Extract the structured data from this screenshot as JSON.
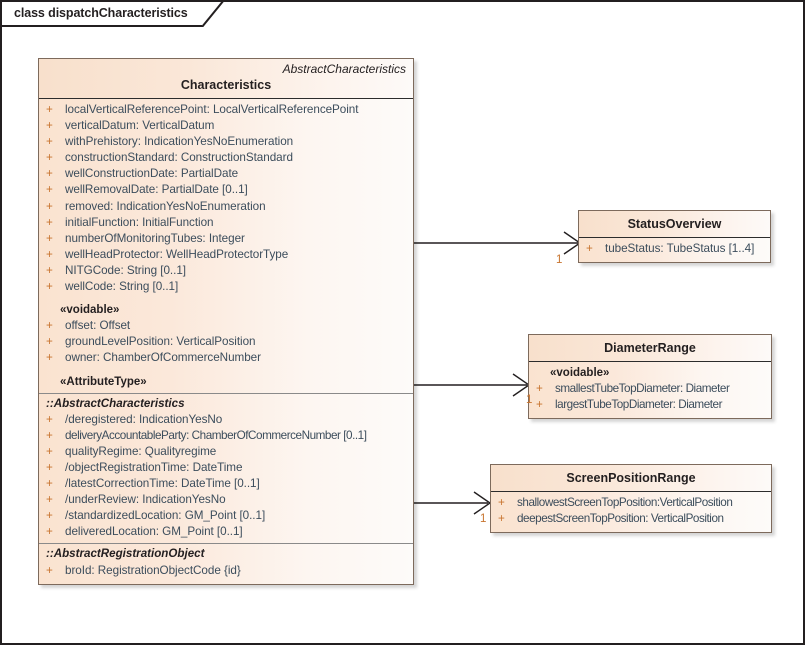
{
  "diagram": {
    "tab_label": "class dispatchCharacteristics",
    "canvas_border_color": "#231f20"
  },
  "colors": {
    "class_header_fill": "#f8e0cc",
    "class_body_fill": "#fae3d0",
    "class_border": "#7d6a5c",
    "attribute_text": "#3c4d5c",
    "visibility_plus": "#c8742f",
    "multiplicity_text": "#c8742f",
    "title_text": "#231f20",
    "connector_line": "#231f20"
  },
  "main_class": {
    "parent": "AbstractCharacteristics",
    "name": "Characteristics",
    "compartments": [
      {
        "kind": "attributes",
        "rows": [
          {
            "vis": "+",
            "text": "localVerticalReferencePoint: LocalVerticalReferencePoint"
          },
          {
            "vis": "+",
            "text": "verticalDatum: VerticalDatum"
          },
          {
            "vis": "+",
            "text": "withPrehistory: IndicationYesNoEnumeration"
          },
          {
            "vis": "+",
            "text": "constructionStandard: ConstructionStandard"
          },
          {
            "vis": "+",
            "text": "wellConstructionDate: PartialDate"
          },
          {
            "vis": "+",
            "text": "wellRemovalDate: PartialDate [0..1]"
          },
          {
            "vis": "+",
            "text": "removed: IndicationYesNoEnumeration"
          },
          {
            "vis": "+",
            "text": "initialFunction: InitialFunction"
          },
          {
            "vis": "+",
            "text": "numberOfMonitoringTubes: Integer"
          },
          {
            "vis": "+",
            "text": "wellHeadProtector: WellHeadProtectorType"
          },
          {
            "vis": "+",
            "text": "NITGCode: String [0..1]"
          },
          {
            "vis": "+",
            "text": "wellCode: String [0..1]"
          }
        ]
      },
      {
        "kind": "stereotype-group",
        "label": "«voidable»",
        "rows": [
          {
            "vis": "+",
            "text": "offset: Offset"
          },
          {
            "vis": "+",
            "text": "groundLevelPosition: VerticalPosition"
          },
          {
            "vis": "+",
            "text": "owner: ChamberOfCommerceNumber"
          }
        ]
      },
      {
        "kind": "stereotype-group",
        "label": "«AttributeType»",
        "rows": []
      },
      {
        "kind": "inherited-group",
        "label": "::AbstractCharacteristics",
        "rows": [
          {
            "vis": "+",
            "text": "/deregistered: IndicationYesNo"
          },
          {
            "vis": "+",
            "text": "deliveryAccountableParty: ChamberOfCommerceNumber [0..1]",
            "compact": true
          },
          {
            "vis": "+",
            "text": "qualityRegime: Qualityregime"
          },
          {
            "vis": "+",
            "text": "/objectRegistrationTime: DateTime"
          },
          {
            "vis": "+",
            "text": "/latestCorrectionTime: DateTime [0..1]"
          },
          {
            "vis": "+",
            "text": "/underReview: IndicationYesNo"
          },
          {
            "vis": "+",
            "text": "/standardizedLocation: GM_Point [0..1]"
          },
          {
            "vis": "+",
            "text": "deliveredLocation: GM_Point [0..1]"
          }
        ]
      },
      {
        "kind": "inherited-group",
        "label": "::AbstractRegistrationObject",
        "rows": [
          {
            "vis": "+",
            "text": "broId: RegistrationObjectCode {id}"
          }
        ]
      }
    ]
  },
  "related_classes": [
    {
      "id": "status-overview",
      "name": "StatusOverview",
      "groups": [
        {
          "label": null,
          "rows": [
            {
              "vis": "+",
              "text": "tubeStatus: TubeStatus [1..4]"
            }
          ]
        }
      ]
    },
    {
      "id": "diameter-range",
      "name": "DiameterRange",
      "groups": [
        {
          "label": "«voidable»",
          "rows": [
            {
              "vis": "+",
              "text": "smallestTubeTopDiameter: Diameter",
              "compact": true
            },
            {
              "vis": "+",
              "text": "largestTubeTopDiameter: Diameter",
              "compact": true
            }
          ]
        }
      ]
    },
    {
      "id": "screen-position-range",
      "name": "ScreenPositionRange",
      "groups": [
        {
          "label": null,
          "rows": [
            {
              "vis": "+",
              "text": "shallowestScreenTopPosition:VerticalPosition",
              "compact": true
            },
            {
              "vis": "+",
              "text": "deepestScreenTopPosition: VerticalPosition",
              "compact": true
            }
          ]
        }
      ]
    }
  ],
  "connectors": [
    {
      "id": "conn-status-overview",
      "target": "StatusOverview",
      "multiplicity": "1"
    },
    {
      "id": "conn-diameter-range",
      "target": "DiameterRange",
      "multiplicity": "1"
    },
    {
      "id": "conn-screen-position-range",
      "target": "ScreenPositionRange",
      "multiplicity": "1"
    }
  ]
}
